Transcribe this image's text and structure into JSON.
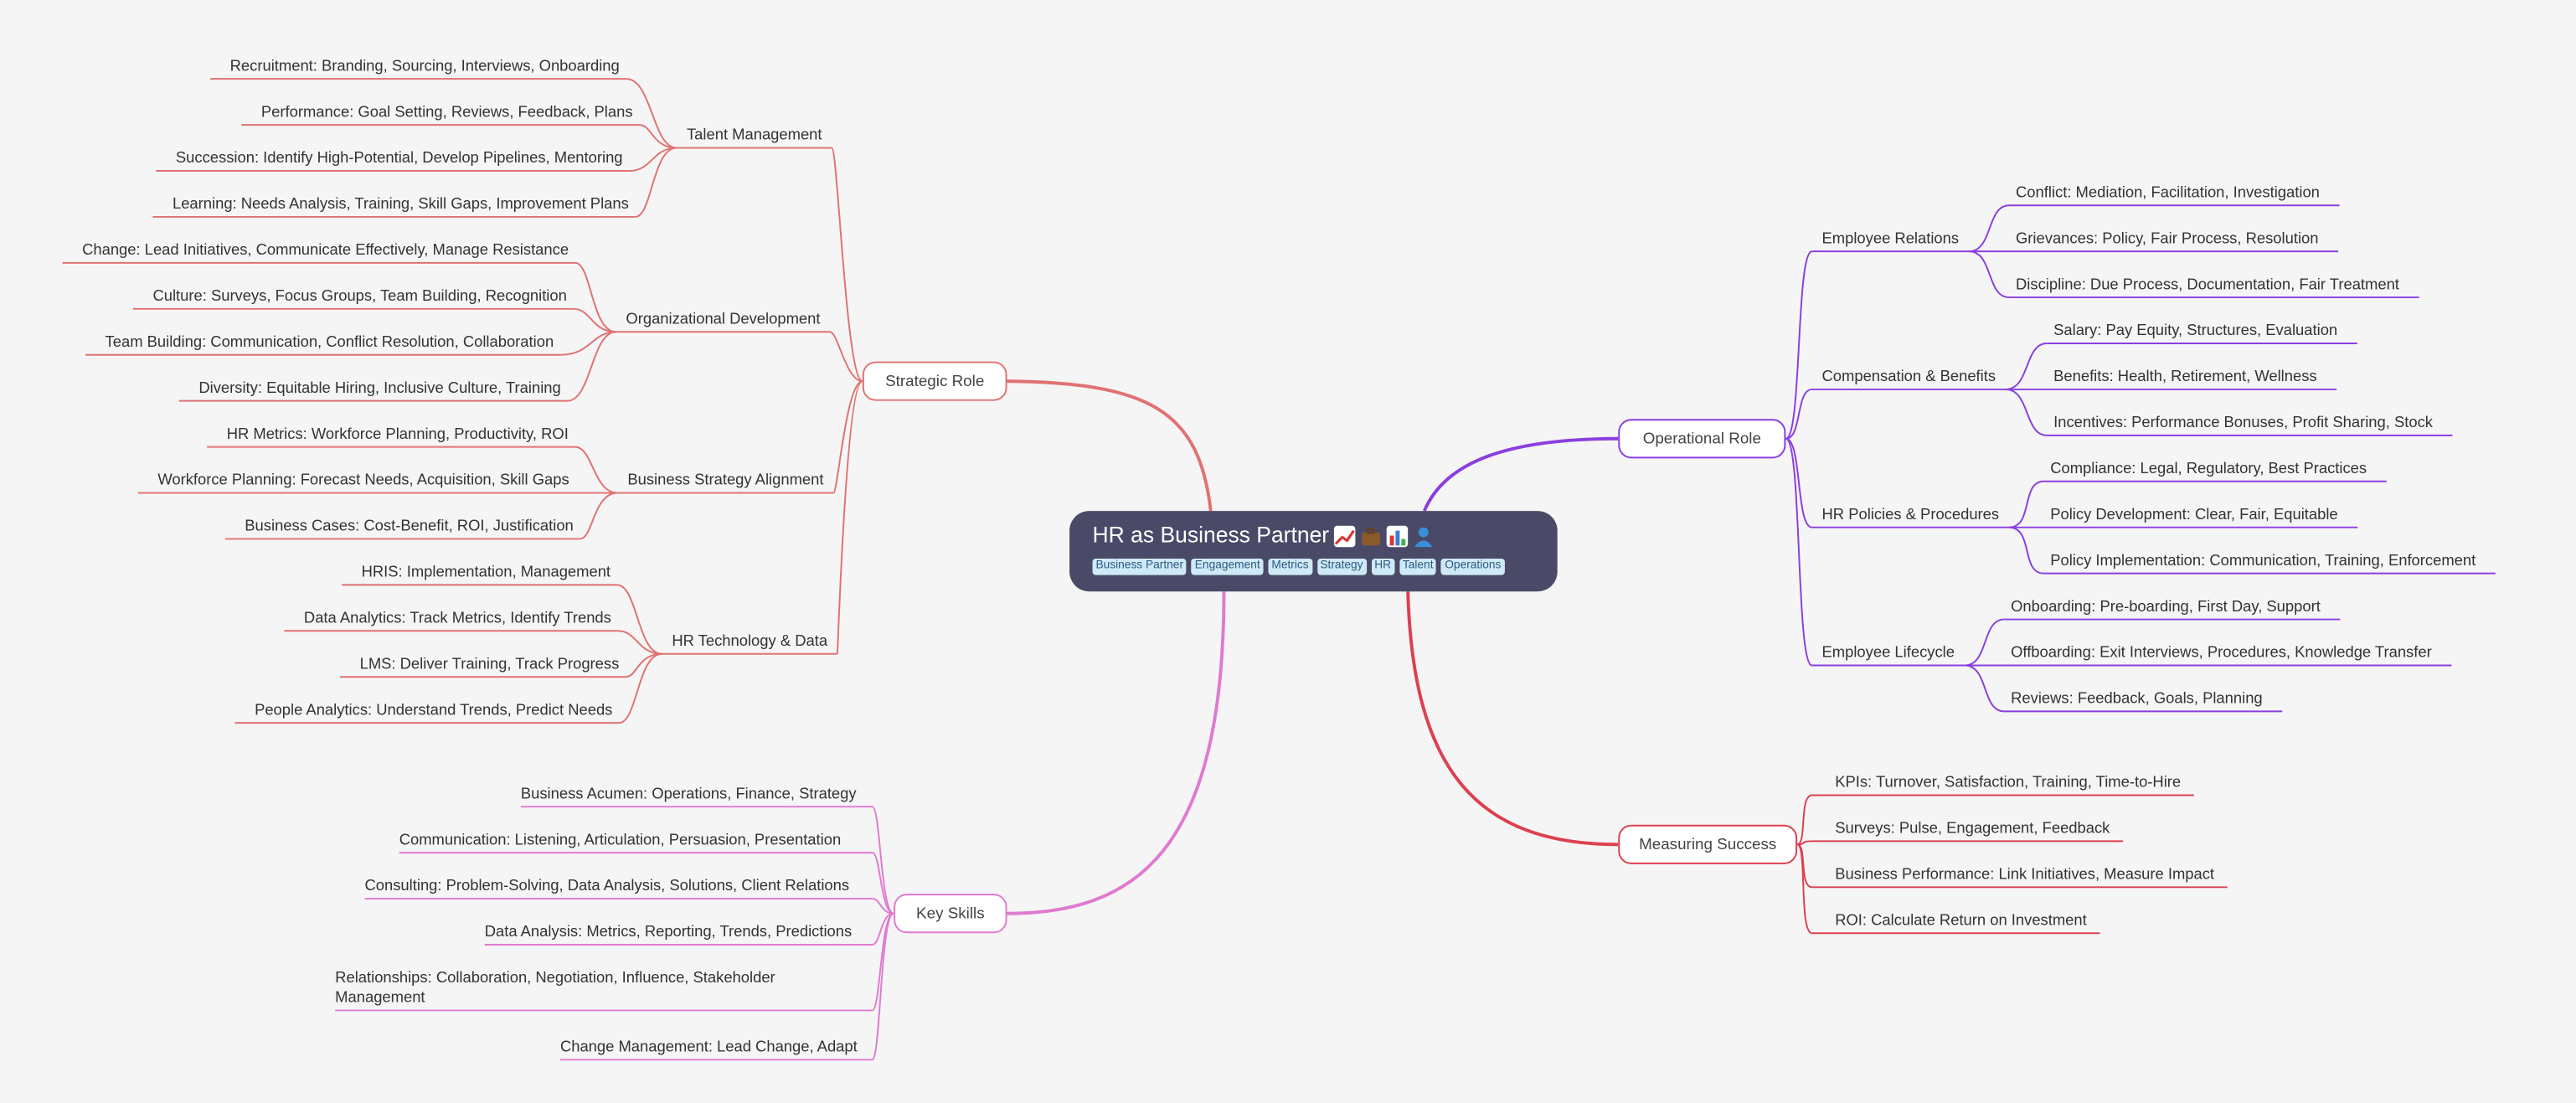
{
  "root": {
    "title": "HR as Business Partner",
    "icons": [
      "chart-increasing-icon",
      "briefcase-icon",
      "bar-chart-icon",
      "person-icon"
    ],
    "tags": [
      "Business Partner",
      "Engagement",
      "Metrics",
      "Strategy",
      "HR",
      "Talent",
      "Operations"
    ]
  },
  "colors": {
    "strategic": "#e07272",
    "operational": "#8a3ee0",
    "measuring": "#dd4050",
    "keyskills": "#e07ad0",
    "root_bg": "#4a4a68",
    "tag_bg": "#cfe9f7"
  },
  "strategic_role": {
    "label": "Strategic Role",
    "talent_management": {
      "label": "Talent Management",
      "items": [
        "Recruitment: Branding, Sourcing, Interviews, Onboarding",
        "Performance: Goal Setting, Reviews, Feedback, Plans",
        "Succession: Identify High-Potential, Develop Pipelines, Mentoring",
        "Learning: Needs Analysis, Training, Skill Gaps, Improvement Plans"
      ]
    },
    "org_development": {
      "label": "Organizational Development",
      "items": [
        "Change: Lead Initiatives, Communicate Effectively, Manage Resistance",
        "Culture: Surveys, Focus Groups, Team Building, Recognition",
        "Team Building: Communication, Conflict Resolution, Collaboration",
        "Diversity: Equitable Hiring, Inclusive Culture, Training"
      ]
    },
    "strategy_alignment": {
      "label": "Business Strategy Alignment",
      "items": [
        "HR Metrics: Workforce Planning, Productivity, ROI",
        "Workforce Planning: Forecast Needs, Acquisition, Skill Gaps",
        "Business Cases: Cost-Benefit, ROI, Justification"
      ]
    },
    "hr_technology": {
      "label": "HR Technology & Data",
      "items": [
        "HRIS: Implementation, Management",
        "Data Analytics: Track Metrics, Identify Trends",
        "LMS: Deliver Training, Track Progress",
        "People Analytics: Understand Trends, Predict Needs"
      ]
    }
  },
  "key_skills": {
    "label": "Key Skills",
    "items": [
      "Business Acumen: Operations, Finance, Strategy",
      "Communication: Listening, Articulation, Persuasion, Presentation",
      "Consulting: Problem-Solving, Data Analysis, Solutions, Client Relations",
      "Data Analysis: Metrics, Reporting, Trends, Predictions",
      "Relationships: Collaboration, Negotiation, Influence, Stakeholder Management",
      "Change Management: Lead Change, Adapt"
    ]
  },
  "operational_role": {
    "label": "Operational Role",
    "employee_relations": {
      "label": "Employee Relations",
      "items": [
        "Conflict: Mediation, Facilitation, Investigation",
        "Grievances: Policy, Fair Process, Resolution",
        "Discipline: Due Process, Documentation, Fair Treatment"
      ]
    },
    "comp_benefits": {
      "label": "Compensation & Benefits",
      "items": [
        "Salary: Pay Equity, Structures, Evaluation",
        "Benefits: Health, Retirement, Wellness",
        "Incentives: Performance Bonuses, Profit Sharing, Stock"
      ]
    },
    "policies": {
      "label": "HR Policies & Procedures",
      "items": [
        "Compliance: Legal, Regulatory, Best Practices",
        "Policy Development: Clear, Fair, Equitable",
        "Policy Implementation: Communication, Training, Enforcement"
      ]
    },
    "lifecycle": {
      "label": "Employee Lifecycle",
      "items": [
        "Onboarding: Pre-boarding, First Day, Support",
        "Offboarding: Exit Interviews, Procedures, Knowledge Transfer",
        "Reviews: Feedback, Goals, Planning"
      ]
    }
  },
  "measuring_success": {
    "label": "Measuring Success",
    "items": [
      "KPIs: Turnover, Satisfaction, Training, Time-to-Hire",
      "Surveys: Pulse, Engagement, Feedback",
      "Business Performance: Link Initiatives, Measure Impact",
      "ROI: Calculate Return on Investment"
    ]
  }
}
